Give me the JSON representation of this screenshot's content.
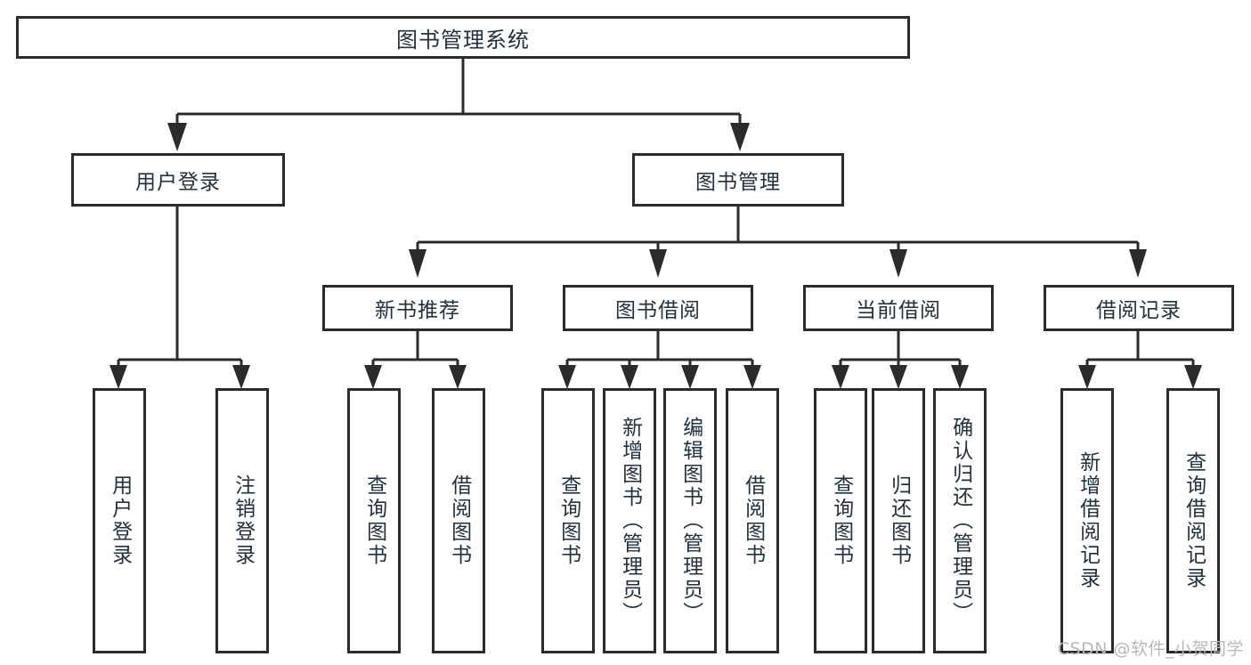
{
  "diagram": {
    "type": "hierarchy-tree",
    "title": "图书管理系统",
    "watermark": "CSDN @软件_小贺同学",
    "colors": {
      "box_border": "#2b2b2b",
      "box_fill": "#ffffff",
      "text": "#22313f",
      "connector": "#2b2b2b",
      "watermark": "#b8b8b8",
      "background": "#ffffff"
    },
    "root": {
      "label": "图书管理系统"
    },
    "level2": [
      {
        "id": "user-login",
        "label": "用户登录"
      },
      {
        "id": "book-manage",
        "label": "图书管理"
      }
    ],
    "level3": [
      {
        "id": "new-book-recommend",
        "label": "新书推荐"
      },
      {
        "id": "book-borrow",
        "label": "图书借阅"
      },
      {
        "id": "current-borrow",
        "label": "当前借阅"
      },
      {
        "id": "borrow-record",
        "label": "借阅记录"
      }
    ],
    "leaves": {
      "user-login": [
        {
          "id": "leaf-user-login",
          "label": "用户登录"
        },
        {
          "id": "leaf-logout-login",
          "label": "注销登录"
        }
      ],
      "new-book-recommend": [
        {
          "id": "leaf-query-book-1",
          "label": "查询图书"
        },
        {
          "id": "leaf-borrow-book-1",
          "label": "借阅图书"
        }
      ],
      "book-borrow": [
        {
          "id": "leaf-query-book-2",
          "label": "查询图书"
        },
        {
          "id": "leaf-add-book-admin",
          "label": "新增图书（管理员）"
        },
        {
          "id": "leaf-edit-book-admin",
          "label": "编辑图书（管理员）"
        },
        {
          "id": "leaf-borrow-book-2",
          "label": "借阅图书"
        }
      ],
      "current-borrow": [
        {
          "id": "leaf-query-book-3",
          "label": "查询图书"
        },
        {
          "id": "leaf-return-book",
          "label": "归还图书"
        },
        {
          "id": "leaf-confirm-return-admin",
          "label": "确认归还（管理员）"
        }
      ],
      "borrow-record": [
        {
          "id": "leaf-add-borrow-record",
          "label": "新增借阅记录"
        },
        {
          "id": "leaf-query-borrow-record",
          "label": "查询借阅记录"
        }
      ]
    }
  }
}
